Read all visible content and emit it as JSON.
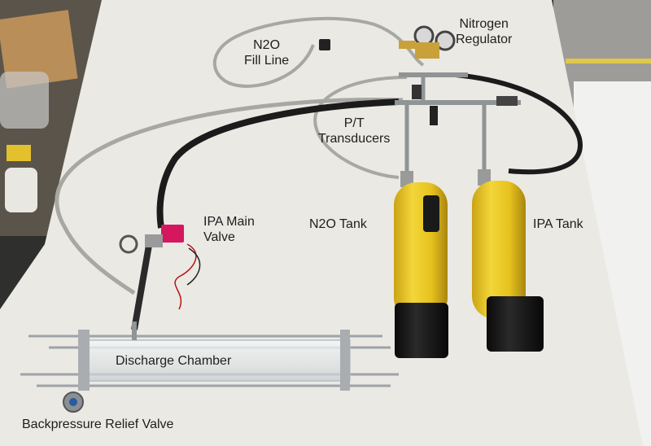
{
  "labels": {
    "n2o_fill_line": [
      "N2O",
      "Fill Line"
    ],
    "nitrogen_regulator": [
      "Nitrogen",
      "Regulator"
    ],
    "pt_transducers": [
      "P/T",
      "Transducers"
    ],
    "ipa_main_valve": [
      "IPA Main",
      "Valve"
    ],
    "n2o_tank": "N2O Tank",
    "ipa_tank": "IPA Tank",
    "discharge_chamber": "Discharge Chamber",
    "backpressure_relief_valve": "Backpressure Relief Valve"
  },
  "colors": {
    "table": "#ebe9e4",
    "floor": "#2f2f2d",
    "tank_yellow": "#e7c51f",
    "tank_boot": "#141414",
    "braided_hose": "#a7a7a3",
    "black_hose": "#1b1b1b",
    "valve_magenta": "#d5175f",
    "rod_steel": "#9ea3a7",
    "label_text": "#1e1e1e"
  }
}
